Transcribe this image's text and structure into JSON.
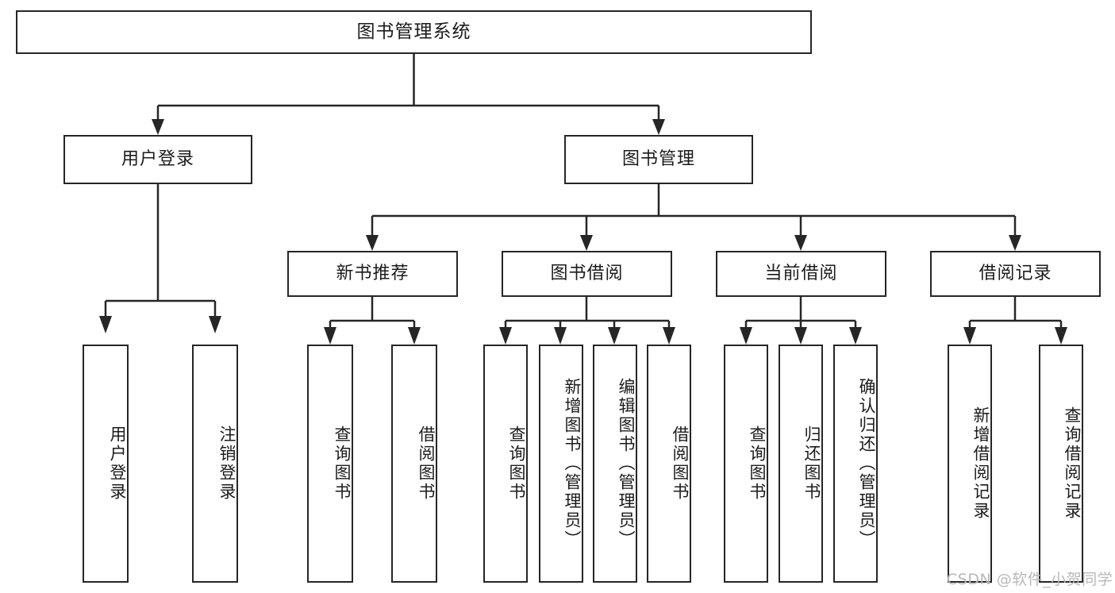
{
  "diagram": {
    "title": "图书管理系统",
    "type": "功能结构图",
    "root": {
      "label": "图书管理系统"
    },
    "level2": [
      {
        "label": "用户登录"
      },
      {
        "label": "图书管理"
      }
    ],
    "level3": [
      {
        "label": "新书推荐"
      },
      {
        "label": "图书借阅"
      },
      {
        "label": "当前借阅"
      },
      {
        "label": "借阅记录"
      }
    ],
    "leaves": {
      "user_login": [
        {
          "label": "用户登录"
        },
        {
          "label": "注销登录"
        }
      ],
      "new_book_recommend": [
        {
          "label": "查询图书"
        },
        {
          "label": "借阅图书"
        }
      ],
      "book_borrow": [
        {
          "label": "查询图书"
        },
        {
          "label": "新增图书（管理员）"
        },
        {
          "label": "编辑图书（管理员）"
        },
        {
          "label": "借阅图书"
        }
      ],
      "current_borrow": [
        {
          "label": "查询图书"
        },
        {
          "label": "归还图书"
        },
        {
          "label": "确认归还（管理员）"
        }
      ],
      "borrow_record": [
        {
          "label": "新增借阅记录"
        },
        {
          "label": "查询借阅记录"
        }
      ]
    }
  },
  "watermark": {
    "text": "CSDN @软件_小贺同学"
  },
  "colors": {
    "line": "#262626",
    "box_border": "#262626",
    "box_fill": "#ffffff",
    "text": "#1b1b1b",
    "watermark": "#b8b8b8",
    "background": "#ffffff"
  }
}
